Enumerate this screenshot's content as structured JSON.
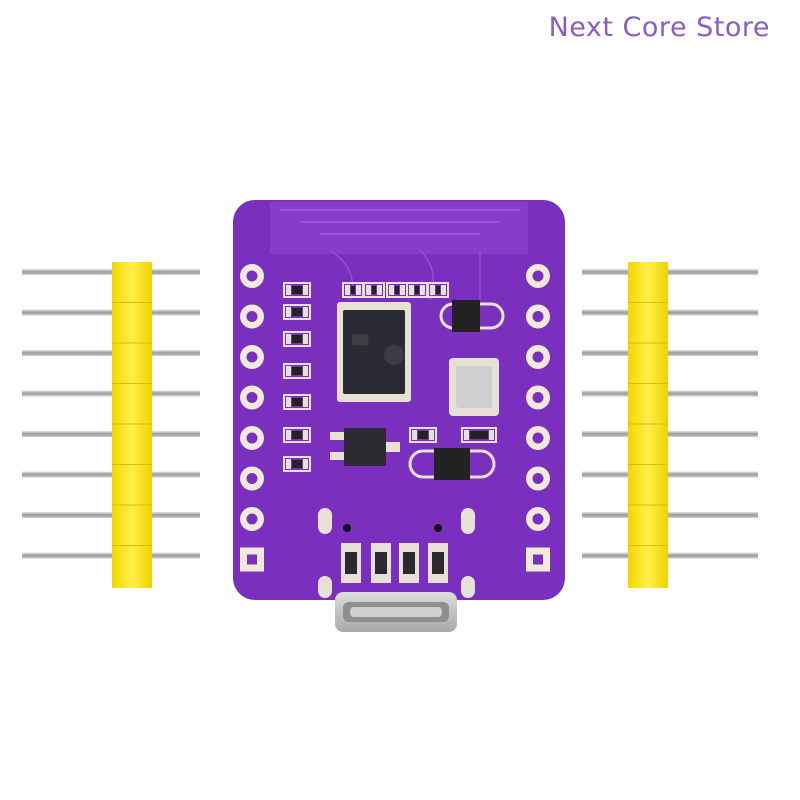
{
  "store": {
    "name": "Next Core Store"
  },
  "colors": {
    "brand_text": "#8a5cc4",
    "pcb": "#7b2fbf",
    "pcb_dark": "#5e1f96",
    "header_plastic": "#ffe61a",
    "pin_metal": "#b9b9b9",
    "pad_gold": "#e9e3d2"
  },
  "product": {
    "icon": "pcb-board-icon",
    "left_header_pins": 8,
    "right_header_pins": 8
  }
}
